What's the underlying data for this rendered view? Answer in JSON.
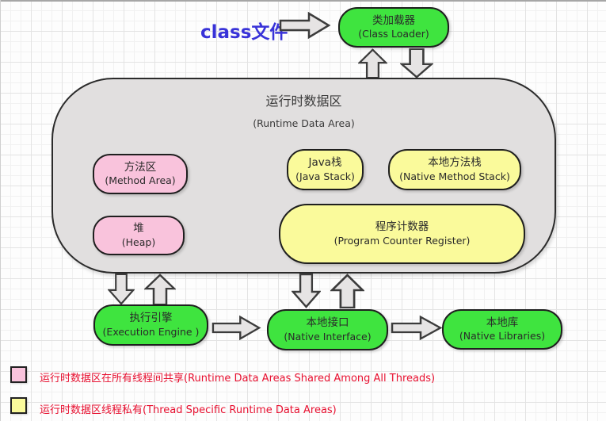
{
  "palette": {
    "green": "#3fe43f",
    "pink": "#f9c3dc",
    "yellow": "#fafa9b",
    "container_gray": "#e1dfdf",
    "arrow_gray": "#e6e4e4",
    "blue_text": "#3832d8",
    "legend_red": "#e81030"
  },
  "top": {
    "class_file_label": "class文件",
    "class_loader": {
      "zh": "类加载器",
      "en": "(Class Loader)"
    }
  },
  "runtime_area": {
    "title_zh": "运行时数据区",
    "title_en": "(Runtime Data Area)",
    "boxes": {
      "method_area": {
        "zh": "方法区",
        "en": "(Method Area)"
      },
      "java_stack": {
        "zh": "Java栈",
        "en": "(Java Stack)"
      },
      "native_method_stack": {
        "zh": "本地方法栈",
        "en": "(Native Method Stack)"
      },
      "heap": {
        "zh": "堆",
        "en": "(Heap)"
      },
      "pc_register": {
        "zh": "程序计数器",
        "en": "(Program Counter Register)"
      }
    }
  },
  "bottom": {
    "execution_engine": {
      "zh": "执行引擎",
      "en": "(Execution Engine )"
    },
    "native_interface": {
      "zh": "本地接口",
      "en": "(Native Interface)"
    },
    "native_libraries": {
      "zh": "本地库",
      "en": "(Native Libraries)"
    }
  },
  "legend": [
    {
      "swatch_color": "#f9c3dc",
      "label": "运行时数据区在所有线程间共享(Runtime Data Areas Shared Among All Threads)"
    },
    {
      "swatch_color": "#fafa9b",
      "label": "运行时数据区线程私有(Thread Specific Runtime Data Areas)"
    }
  ]
}
